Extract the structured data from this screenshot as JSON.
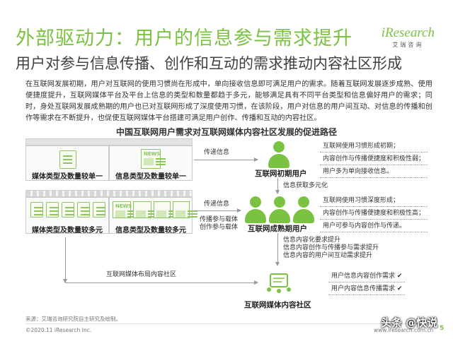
{
  "header": {
    "title": "外部驱动力：用户的信息参与需求提升",
    "subtitle": "用户对参与信息传播、创作和互动的需求推动内容社区形成",
    "logo_brand": "iResearch",
    "logo_cn": "艾瑞咨询"
  },
  "intro": "在互联网发展初期，用户对互联网的使用习惯尚在形成中，单向接收信息即可满足用户的需求。随着互联网发展逐步成熟、使用便捷度提升，互联网媒体平台及平台上信息的类型和数量都趋于多元，能够满足具有不同平台类型和信息偏好用户的需求；同时，身处互联网发展成熟期的用户也已对互联网形成了深度使用习惯，在该阶段，用户对信息的用户间互动、对信息的传播和创作等需求在不断提升，也促使互联网媒体平台搭建可满足用户创作、传播和互动的内容社区。",
  "diagram": {
    "title": "中国互联网用户需求对互联网媒体内容社区发展的促进路径",
    "stage1": {
      "panel_left_label": "媒体类型及数量较单一",
      "panel_right_label": "信息类型及数量较单一",
      "news_text": "NEWS",
      "arrow_label": "传递信息",
      "node_label": "互联网初期用户",
      "notes": [
        "互联网使用习惯形成初期；",
        "内容创作与传播便捷度和积极性弱；",
        "用户多为单向接收信息。"
      ]
    },
    "transition1": "信息获取多元化",
    "stage2": {
      "panel_left_label": "媒体类型及数量较多元",
      "panel_right_label": "信息类型及数量较多元",
      "news_text": "NEWS",
      "arrow_top_label": "传递信息",
      "arrow_bottom_label": "传播参与载体\n创作参与载体",
      "node_label": "互联网成熟期用户",
      "notes": [
        "互联网使用习惯深度形成；",
        "内容创作与传播便捷度和积极性高；",
        "用户可参与内容创作与传递。"
      ]
    },
    "transition2": "信息内容化要求提升\n信息内容创作与传播参与需求提升\n信息内容的用户间互动需求提升",
    "stage3": {
      "arrow_label": "互联网媒体布局内容社区",
      "node_label": "互联网媒体内容社区",
      "notes": [
        "用户信息内容创作需求 ✔",
        "用户内容信息传播需求 ✔"
      ]
    }
  },
  "footer": {
    "source": "来源：艾瑞咨询研究院自主研究及绘制。",
    "copyright": "©2020.11 iResearch Inc.",
    "website": "www.iresearch.com.cn",
    "watermark": "头条 @快说",
    "page": "5"
  },
  "colors": {
    "accent": "#7cc242",
    "text": "#333333"
  }
}
